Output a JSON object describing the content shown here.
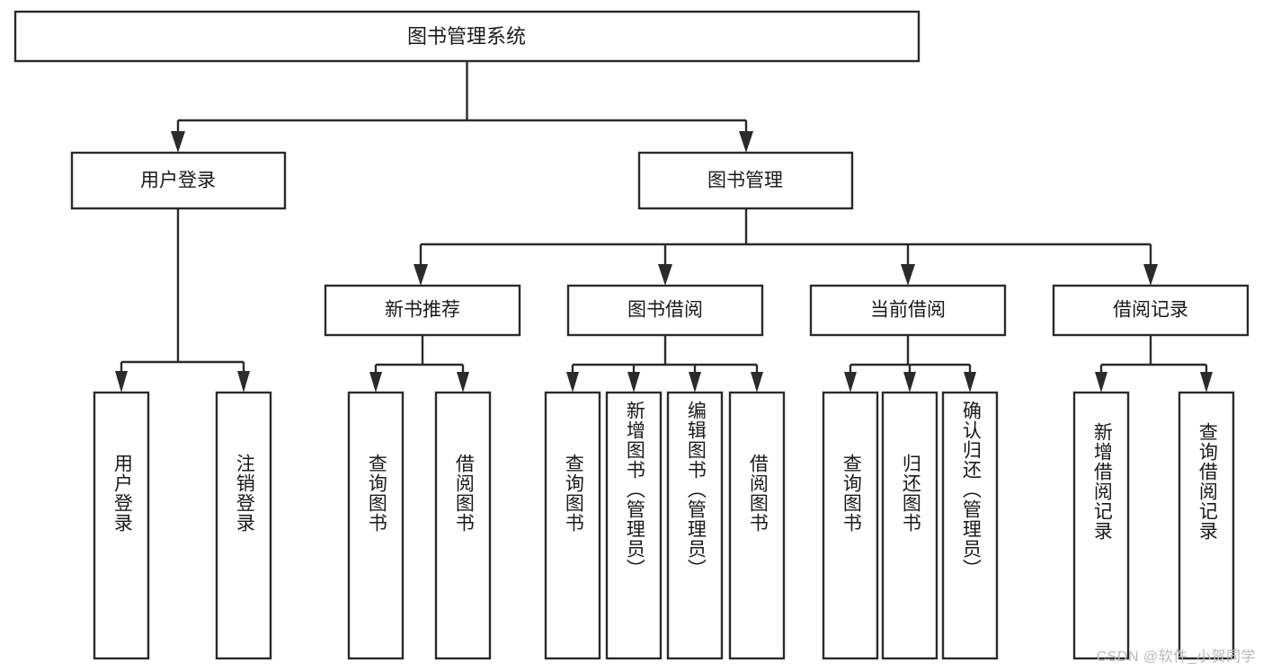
{
  "diagram": {
    "title": "图书管理系统",
    "type": "tree",
    "orientation": "top-down",
    "root": {
      "id": "root",
      "label": "图书管理系统",
      "level": 0
    },
    "level2": [
      {
        "id": "user-login",
        "label": "用户登录"
      },
      {
        "id": "book-management",
        "label": "图书管理"
      }
    ],
    "level3": [
      {
        "id": "new-book-recommend",
        "label": "新书推荐",
        "parent": "book-management"
      },
      {
        "id": "book-borrow",
        "label": "图书借阅",
        "parent": "book-management"
      },
      {
        "id": "current-borrow",
        "label": "当前借阅",
        "parent": "book-management"
      },
      {
        "id": "borrow-record",
        "label": "借阅记录",
        "parent": "book-management"
      }
    ],
    "leaves": [
      {
        "id": "leaf-user-login",
        "label": "用户登录",
        "parent": "user-login"
      },
      {
        "id": "leaf-logout-login",
        "label": "注销登录",
        "parent": "user-login"
      },
      {
        "id": "leaf-query-book-1",
        "label": "查询图书",
        "parent": "new-book-recommend"
      },
      {
        "id": "leaf-borrow-book-1",
        "label": "借阅图书",
        "parent": "new-book-recommend"
      },
      {
        "id": "leaf-query-book-2",
        "label": "查询图书",
        "parent": "book-borrow"
      },
      {
        "id": "leaf-add-book-admin",
        "label": "新增图书（管理员）",
        "parent": "book-borrow"
      },
      {
        "id": "leaf-edit-book-admin",
        "label": "编辑图书（管理员）",
        "parent": "book-borrow"
      },
      {
        "id": "leaf-borrow-book-2",
        "label": "借阅图书",
        "parent": "book-borrow"
      },
      {
        "id": "leaf-query-book-3",
        "label": "查询图书",
        "parent": "current-borrow"
      },
      {
        "id": "leaf-return-book",
        "label": "归还图书",
        "parent": "current-borrow"
      },
      {
        "id": "leaf-confirm-return-admin",
        "label": "确认归还（管理员）",
        "parent": "current-borrow"
      },
      {
        "id": "leaf-add-borrow-record",
        "label": "新增借阅记录",
        "parent": "borrow-record"
      },
      {
        "id": "leaf-query-borrow-record",
        "label": "查询借阅记录",
        "parent": "borrow-record"
      }
    ]
  },
  "watermark": {
    "text": "CSDN @软件_小贺同学"
  },
  "colors": {
    "stroke": "#2b2b2b",
    "fill": "#ffffff",
    "text": "#1a1a1a",
    "watermark": "#b9b9b9"
  }
}
